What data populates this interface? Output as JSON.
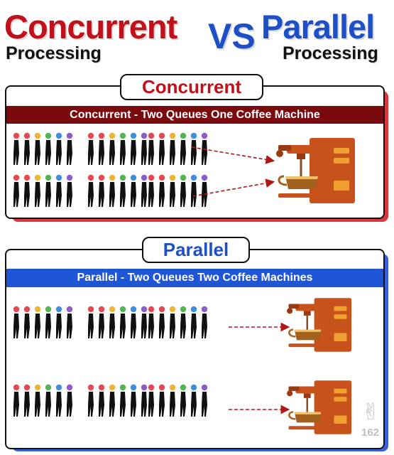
{
  "header": {
    "left_title": "Concurrent",
    "left_subtitle": "Processing",
    "vs": "VS",
    "right_title": "Parallel",
    "right_subtitle": "Processing"
  },
  "concurrent": {
    "tab_label": "Concurrent",
    "bar_text": "Concurrent - Two Queues One Coffee Machine"
  },
  "parallel": {
    "tab_label": "Parallel",
    "bar_text": "Parallel - Two Queues Two Coffee Machines"
  },
  "overlay": {
    "like_count": "162"
  },
  "colors": {
    "concurrent_red": "#c0101a",
    "concurrent_bar": "#7a0a0e",
    "concurrent_shadow": "#d9363e",
    "parallel_blue": "#1d4fc7",
    "parallel_bar": "#1f56d6",
    "parallel_shadow": "#3a5fd9",
    "coffee_machine": "#c7521c",
    "coffee_accent": "#f0a030",
    "head_colors": [
      "#e8484f",
      "#e8484f",
      "#f0b433",
      "#52b552",
      "#3f8fdc",
      "#8c5cc9"
    ]
  }
}
